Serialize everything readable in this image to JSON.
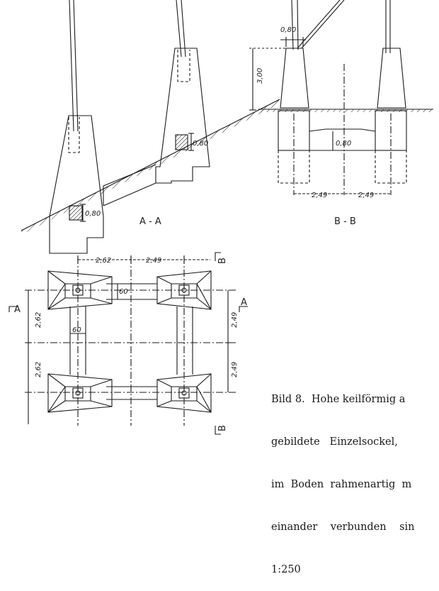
{
  "section_labels": {
    "aa": "A - A",
    "bb": "B - B",
    "cut_a_left": "A",
    "cut_a_right": "A",
    "cut_b_top": "B",
    "cut_b_bottom": "B"
  },
  "dimensions": {
    "aa_box_upper": "0,80",
    "aa_box_lower": "0,80",
    "bb_top_width": "0,80",
    "bb_height": "3,00",
    "bb_beam": "0,80",
    "bb_span_left": "2,49",
    "bb_span_right": "2,49",
    "plan_top_left": "2,62",
    "plan_top_right": "2,49",
    "plan_beam_h": "60",
    "plan_beam_v": "60",
    "plan_left_upper": "2,62",
    "plan_left_lower": "2,62",
    "plan_right_upper": "2,49",
    "plan_right_lower": "2,49"
  },
  "caption": {
    "line1": "Bild 8.  Hohe keilförmig a",
    "line2": "gebildete   Einzelsockel,",
    "line3": "im  Boden  rahmenartig  m",
    "line4": "einander    verbunden    sin",
    "line5": "1:250"
  }
}
